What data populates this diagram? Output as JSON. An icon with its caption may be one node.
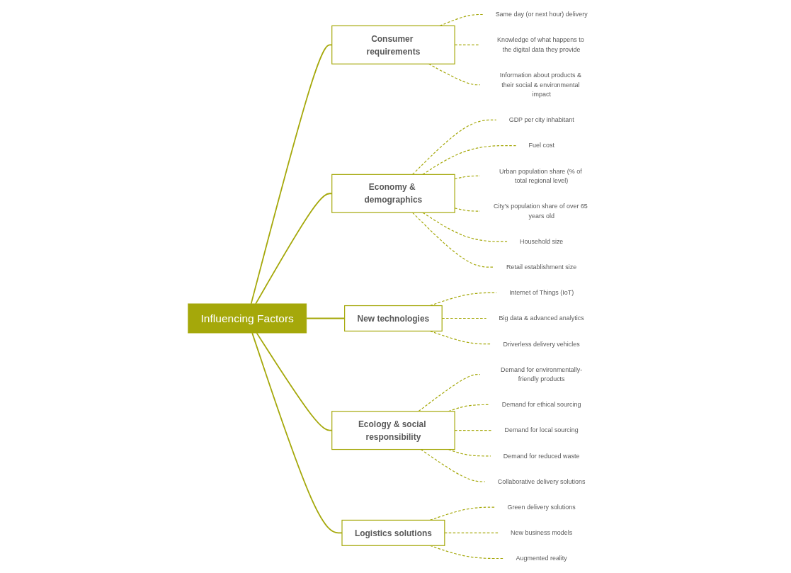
{
  "diagram": {
    "nodes": [
      {
        "text": [
          "Influencing Factors"
        ]
      },
      {
        "text": [
          "Consumer requirements"
        ]
      },
      {
        "text": [
          "Economy & demographics"
        ]
      },
      {
        "text": [
          "New technologies"
        ]
      },
      {
        "text": [
          "Ecology & social responsibility"
        ]
      },
      {
        "text": [
          "Logistics solutions"
        ]
      },
      {
        "text": [
          "Same day (or next hour) delivery"
        ]
      },
      {
        "text": [
          "Knowledge of what happens to the digital data they provide"
        ]
      },
      {
        "text": [
          "Information about products & their social & environmental impact"
        ]
      },
      {
        "text": [
          "GDP per city inhabitant"
        ]
      },
      {
        "text": [
          "Fuel cost"
        ]
      },
      {
        "text": [
          "Urban population share (% of total regional level)"
        ]
      },
      {
        "text": [
          "City's population share of over 65 years old"
        ]
      },
      {
        "text": [
          "Household size"
        ]
      },
      {
        "text": [
          "Retail establishment size"
        ]
      },
      {
        "text": [
          "Internet of Things (IoT)"
        ]
      },
      {
        "text": [
          "Big data & advanced analytics"
        ]
      },
      {
        "text": [
          "Driverless delivery vehicles"
        ]
      },
      {
        "text": [
          "Demand for environmentally-friendly products"
        ]
      },
      {
        "text": [
          "Demand for ethical sourcing"
        ]
      },
      {
        "text": [
          "Demand for local sourcing"
        ]
      },
      {
        "text": [
          "Demand for reduced waste"
        ]
      },
      {
        "text": [
          "Collaborative delivery solutions"
        ]
      },
      {
        "text": [
          "Green delivery solutions"
        ]
      },
      {
        "text": [
          "New business models"
        ]
      },
      {
        "text": [
          "Augmented reality"
        ]
      }
    ],
    "edges": [
      {
        "from": 0,
        "to": 1,
        "arrow": "none"
      },
      {
        "from": 0,
        "to": 2,
        "arrow": "none"
      },
      {
        "from": 0,
        "to": 3,
        "arrow": "none"
      },
      {
        "from": 0,
        "to": 4,
        "arrow": "none"
      },
      {
        "from": 0,
        "to": 5,
        "arrow": "none"
      },
      {
        "from": 1,
        "to": 6,
        "arrow": "none",
        "style": "dashed"
      },
      {
        "from": 1,
        "to": 7,
        "arrow": "none",
        "style": "dashed"
      },
      {
        "from": 1,
        "to": 8,
        "arrow": "none",
        "style": "dashed"
      },
      {
        "from": 2,
        "to": 9,
        "arrow": "none",
        "style": "dashed"
      },
      {
        "from": 2,
        "to": 10,
        "arrow": "none",
        "style": "dashed"
      },
      {
        "from": 2,
        "to": 11,
        "arrow": "none",
        "style": "dashed"
      },
      {
        "from": 2,
        "to": 12,
        "arrow": "none",
        "style": "dashed"
      },
      {
        "from": 2,
        "to": 13,
        "arrow": "none",
        "style": "dashed"
      },
      {
        "from": 2,
        "to": 14,
        "arrow": "none",
        "style": "dashed"
      },
      {
        "from": 3,
        "to": 15,
        "arrow": "none",
        "style": "dashed"
      },
      {
        "from": 3,
        "to": 16,
        "arrow": "none",
        "style": "dashed"
      },
      {
        "from": 3,
        "to": 17,
        "arrow": "none",
        "style": "dashed"
      },
      {
        "from": 4,
        "to": 18,
        "arrow": "none",
        "style": "dashed"
      },
      {
        "from": 4,
        "to": 19,
        "arrow": "none",
        "style": "dashed"
      },
      {
        "from": 4,
        "to": 20,
        "arrow": "none",
        "style": "dashed"
      },
      {
        "from": 4,
        "to": 21,
        "arrow": "none",
        "style": "dashed"
      },
      {
        "from": 4,
        "to": 22,
        "arrow": "none",
        "style": "dashed"
      },
      {
        "from": 5,
        "to": 23,
        "arrow": "none",
        "style": "dashed"
      },
      {
        "from": 5,
        "to": 24,
        "arrow": "none",
        "style": "dashed"
      },
      {
        "from": 5,
        "to": 25,
        "arrow": "none",
        "style": "dashed"
      }
    ]
  }
}
